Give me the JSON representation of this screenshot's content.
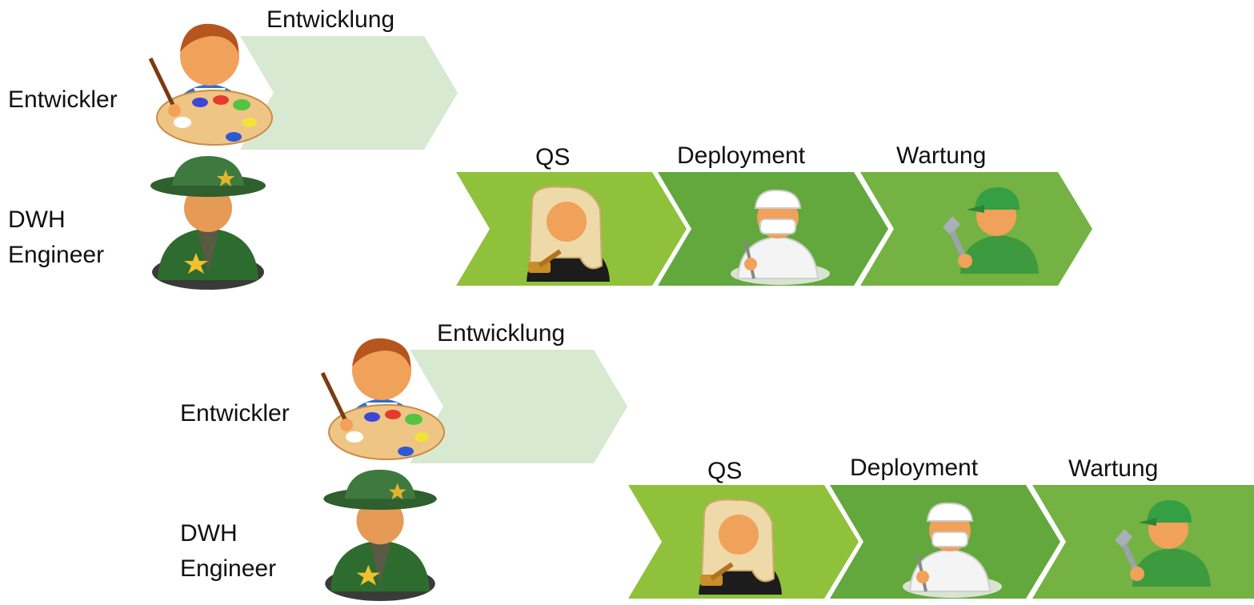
{
  "diagrams": [
    {
      "dev_role": "Entwickler",
      "dwh_role_line1": "DWH",
      "dwh_role_line2": "Engineer",
      "phase_dev": "Entwicklung",
      "phase_qs": "QS",
      "phase_deploy": "Deployment",
      "phase_maint": "Wartung"
    },
    {
      "dev_role": "Entwickler",
      "dwh_role_line1": "DWH",
      "dwh_role_line2": "Engineer",
      "phase_dev": "Entwicklung",
      "phase_qs": "QS",
      "phase_deploy": "Deployment",
      "phase_maint": "Wartung"
    }
  ],
  "colors": {
    "dev_chevron": "#d7ead1",
    "qs_chevron": "#8fc13b",
    "deploy_chevron": "#63a83c",
    "maint_chevron": "#74b243"
  },
  "icons": [
    "painter-icon",
    "ranger-icon",
    "judge-icon",
    "surgeon-icon",
    "mechanic-icon"
  ]
}
